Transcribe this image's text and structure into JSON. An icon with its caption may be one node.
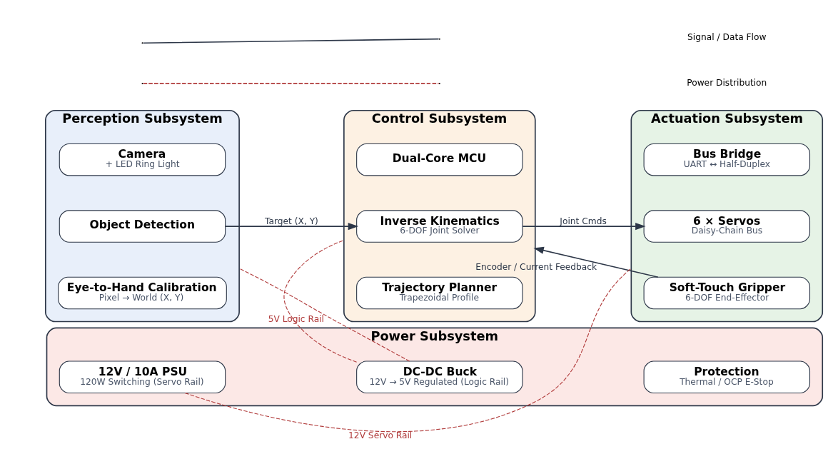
{
  "diagram": {
    "nodes": [
      {
        "text": [
          "Perception Subsystem"
        ]
      },
      {
        "text": [
          "Camera",
          "+ LED Ring Light"
        ],
        "in": 0
      },
      {
        "text": [
          "Object Detection"
        ],
        "in": 0
      },
      {
        "text": [
          "Eye-to-Hand Calibration",
          "Pixel → World (X, Y)"
        ],
        "in": 0
      },
      {
        "text": [
          "Control Subsystem"
        ]
      },
      {
        "text": [
          "Dual-Core MCU"
        ],
        "in": 4
      },
      {
        "text": [
          "Inverse Kinematics",
          "6-DOF Joint Solver"
        ],
        "in": 4
      },
      {
        "text": [
          "Trajectory Planner",
          "Trapezoidal Profile"
        ],
        "in": 4
      },
      {
        "text": [
          "Actuation Subsystem"
        ]
      },
      {
        "text": [
          "Bus Bridge",
          "UART ↔ Half-Duplex"
        ],
        "in": 8
      },
      {
        "text": [
          "6 × Servos",
          "Daisy-Chain Bus"
        ],
        "in": 8
      },
      {
        "text": [
          "Soft-Touch Gripper",
          "6-DOF End-Effector"
        ],
        "in": 8
      },
      {
        "text": [
          "Power Subsystem"
        ]
      },
      {
        "text": [
          "12V / 10A PSU",
          "120W Switching (Servo Rail)"
        ],
        "in": 12
      },
      {
        "text": [
          "DC-DC Buck",
          "12V → 5V Regulated (Logic Rail)"
        ],
        "in": 12
      },
      {
        "text": [
          "Protection",
          "Thermal / OCP E-Stop"
        ],
        "in": 12
      }
    ],
    "edges": [
      {
        "from": 2,
        "to": 6,
        "arrow": "to",
        "label": "Target (X, Y)"
      },
      {
        "from": 6,
        "to": 10,
        "arrow": "to",
        "label": "Joint Cmds"
      },
      {
        "from": 11,
        "to": 4,
        "arrow": "to",
        "label": "Encoder / Current Feedback"
      },
      {
        "from": 13,
        "to": 8,
        "arrow": "none",
        "label": "12V Servo Rail",
        "style": "dashed",
        "color": "#b03a3a"
      },
      {
        "from": 14,
        "to": 0,
        "arrow": "none",
        "label": "5V Logic Rail",
        "style": "dashed",
        "color": "#b03a3a"
      },
      {
        "from": 14,
        "to": 4,
        "arrow": "none",
        "style": "dashed",
        "color": "#b03a3a"
      }
    ],
    "legend": [
      {
        "text": "Signal / Data Flow"
      },
      {
        "text": "Power Distribution"
      }
    ]
  }
}
